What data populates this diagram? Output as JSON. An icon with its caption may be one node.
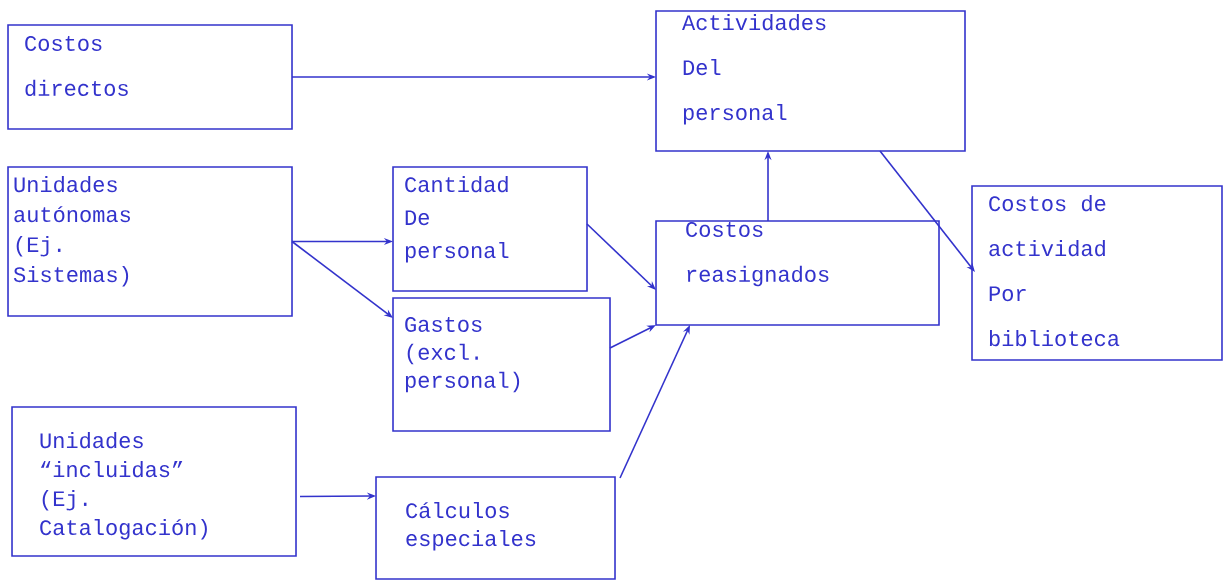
{
  "diagram": {
    "nodes": [
      {
        "text": [
          "Costos directos"
        ]
      },
      {
        "text": [
          "Actividades Del personal"
        ]
      },
      {
        "text": [
          "Unidades autónomas (Ej. Sistemas)"
        ]
      },
      {
        "text": [
          "Cantidad De personal"
        ]
      },
      {
        "text": [
          "Costos reasignados"
        ]
      },
      {
        "text": [
          "Costos de actividad Por biblioteca"
        ]
      },
      {
        "text": [
          "Gastos (excl. personal)"
        ]
      },
      {
        "text": [
          "Unidades “incluidas” (Ej. Catalogación)"
        ]
      },
      {
        "text": [
          "Cálculos especiales"
        ]
      }
    ],
    "edges": [
      {
        "from": 0,
        "to": 1,
        "arrow": "to"
      },
      {
        "from": 2,
        "to": 3,
        "arrow": "to"
      },
      {
        "from": 2,
        "to": 6,
        "arrow": "to"
      },
      {
        "from": 3,
        "to": 4,
        "arrow": "to"
      },
      {
        "from": 6,
        "to": 4,
        "arrow": "to"
      },
      {
        "from": 8,
        "to": 4,
        "arrow": "to"
      },
      {
        "from": 7,
        "to": 8,
        "arrow": "to"
      },
      {
        "from": 4,
        "to": 1,
        "arrow": "to"
      },
      {
        "from": 1,
        "to": 5,
        "arrow": "to"
      }
    ]
  }
}
